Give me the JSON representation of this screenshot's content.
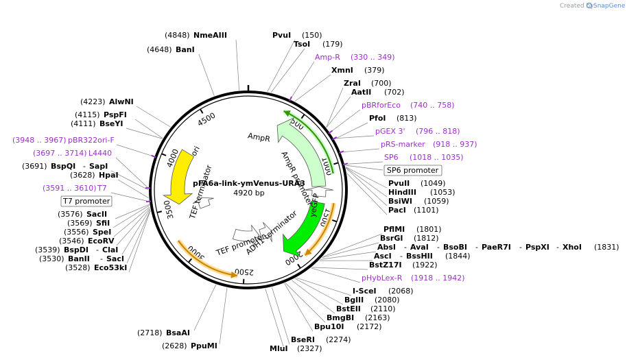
{
  "brand": {
    "created_by": "Created by",
    "name": "SnapGene"
  },
  "plasmid": {
    "name": "pFA6a-link-ymVenus-URA3",
    "size": "4920 bp",
    "length": 4920
  },
  "ticks": [
    {
      "bp": 500,
      "label": "500"
    },
    {
      "bp": 1000,
      "label": "1000"
    },
    {
      "bp": 1500,
      "label": "1500"
    },
    {
      "bp": 2000,
      "label": "2000"
    },
    {
      "bp": 2500,
      "label": "2500"
    },
    {
      "bp": 3000,
      "label": "3000"
    },
    {
      "bp": 3500,
      "label": "3500"
    },
    {
      "bp": 4000,
      "label": "4000"
    },
    {
      "bp": 4500,
      "label": "4500"
    }
  ],
  "features": [
    {
      "name": "AmpR",
      "start": 330,
      "end": 1190,
      "dir": "ccw",
      "color": "#ccffcc"
    },
    {
      "name": "AmpR promoter",
      "start": 1195,
      "end": 1300,
      "dir": "ccw",
      "color": "#ffffff"
    },
    {
      "name": "ori",
      "start": 3530,
      "end": 4120,
      "dir": "ccw",
      "color": "#ffee00"
    },
    {
      "name": "yeGFP",
      "start": 1370,
      "end": 2050,
      "dir": "cw",
      "color": "#00ee00"
    },
    {
      "name": "ADH1 terminator",
      "start": 2060,
      "end": 2250,
      "dir": "ccw",
      "color": "#ffffff"
    },
    {
      "name": "TEF promoter",
      "start": 2280,
      "end": 2700,
      "dir": "ccw",
      "color": "#ffffff"
    },
    {
      "name": "TEF terminator",
      "start": 3400,
      "end": 3560,
      "dir": "cw",
      "color": "#ffffff"
    }
  ],
  "primer_arcs": [
    {
      "name": "Amp-R arc",
      "start": 330,
      "end": 1080,
      "dir": "ccw",
      "color": "#339900"
    },
    {
      "name": "yeGFP orf arc",
      "start": 1350,
      "end": 1900,
      "dir": "cw",
      "color": "#cc8800"
    },
    {
      "name": "URA3 orf arc",
      "start": 2560,
      "end": 3200,
      "dir": "ccw",
      "color": "#cc8800"
    }
  ],
  "sites_right": [
    {
      "name": "PvuI",
      "pos": "(150)",
      "bp": 150,
      "purple": false
    },
    {
      "name": "TsoI",
      "pos": "(179)",
      "bp": 179,
      "purple": false
    },
    {
      "name": "Amp-R",
      "pos": "(330 .. 349)",
      "bp": 340,
      "purple": true
    },
    {
      "name": "XmnI",
      "pos": "(379)",
      "bp": 379,
      "purple": false
    },
    {
      "name": "ZraI",
      "pos": "(700)",
      "bp": 700,
      "purple": false
    },
    {
      "name": "AatII",
      "pos": "(702)",
      "bp": 702,
      "purple": false
    },
    {
      "name": "pBRforEco",
      "pos": "(740 .. 758)",
      "bp": 749,
      "purple": true
    },
    {
      "name": "PfoI",
      "pos": "(813)",
      "bp": 813,
      "purple": false
    },
    {
      "name": "pGEX 3'",
      "pos": "(796 .. 818)",
      "bp": 807,
      "purple": true
    },
    {
      "name": "pRS-marker",
      "pos": "(918 .. 937)",
      "bp": 927,
      "purple": true
    },
    {
      "name": "SP6",
      "pos": "(1018 .. 1035)",
      "bp": 1026,
      "purple": true
    },
    {
      "name": "PvuII",
      "pos": "(1049)",
      "bp": 1049,
      "purple": false
    },
    {
      "name": "HindIII",
      "pos": "(1053)",
      "bp": 1053,
      "purple": false
    },
    {
      "name": "BsiWI",
      "pos": "(1059)",
      "bp": 1059,
      "purple": false
    },
    {
      "name": "PacI",
      "pos": "(1101)",
      "bp": 1101,
      "purple": false
    },
    {
      "name": "PflMI",
      "pos": "(1801)",
      "bp": 1801,
      "purple": false
    },
    {
      "name": "BsrGI",
      "pos": "(1812)",
      "bp": 1812,
      "purple": false
    },
    {
      "name": "AscI",
      "pos": "",
      "bp": 1844,
      "purple": false
    },
    {
      "name": "BstZ17I",
      "pos": "(1922)",
      "bp": 1922,
      "purple": false
    },
    {
      "name": "pHybLex-R",
      "pos": "(1918 .. 1942)",
      "bp": 1930,
      "purple": true
    },
    {
      "name": "I-SceI",
      "pos": "(2068)",
      "bp": 2068,
      "purple": false
    },
    {
      "name": "BglII",
      "pos": "(2080)",
      "bp": 2080,
      "purple": false
    },
    {
      "name": "BstEII",
      "pos": "(2110)",
      "bp": 2110,
      "purple": false
    },
    {
      "name": "BmgBI",
      "pos": "(2163)",
      "bp": 2163,
      "purple": false
    },
    {
      "name": "Bpu10I",
      "pos": "(2172)",
      "bp": 2172,
      "purple": false
    },
    {
      "name": "BseRI",
      "pos": "(2274)",
      "bp": 2274,
      "purple": false
    },
    {
      "name": "MluI",
      "pos": "(2327)",
      "bp": 2327,
      "purple": false
    }
  ],
  "multi_site_1": {
    "abs": "AbsI",
    "sep": "-",
    "ava": "AvaI",
    "bso": "BsoBI",
    "pae": "PaeR7I",
    "psp": "PspXI",
    "xho": "XhoI",
    "pos": "(1831)"
  },
  "multi_site_2": {
    "bss": "BssHII",
    "pos": "(1844)"
  },
  "sp6_promoter_box": "SP6 promoter",
  "t7_promoter_box": "T7 promoter",
  "sites_left": [
    {
      "name": "NmeAIII",
      "pos": "(4848)",
      "bp": 4848,
      "purple": false
    },
    {
      "name": "BanI",
      "pos": "(4648)",
      "bp": 4648,
      "purple": false
    },
    {
      "name": "AlwNI",
      "pos": "(4223)",
      "bp": 4223,
      "purple": false
    },
    {
      "name": "PspFI",
      "pos": "(4115)",
      "bp": 4115,
      "purple": false
    },
    {
      "name": "BseYI",
      "pos": "(4111)",
      "bp": 4111,
      "purple": false
    },
    {
      "name": "pBR322ori-F",
      "pos": "(3948 .. 3967)",
      "bp": 3957,
      "purple": true
    },
    {
      "name": "L4440",
      "pos": "(3697 .. 3714)",
      "bp": 3705,
      "purple": true
    },
    {
      "name": "BspQI",
      "pos": "(3691)",
      "bp": 3691,
      "purple": false
    },
    {
      "name": "SapI",
      "pos": "",
      "bp": 3691,
      "purple": false
    },
    {
      "name": "HpaI",
      "pos": "(3628)",
      "bp": 3628,
      "purple": false
    },
    {
      "name": "T7",
      "pos": "(3591 .. 3610)",
      "bp": 3600,
      "purple": true
    },
    {
      "name": "SacII",
      "pos": "(3576)",
      "bp": 3576,
      "purple": false
    },
    {
      "name": "SfiI",
      "pos": "(3569)",
      "bp": 3569,
      "purple": false
    },
    {
      "name": "SpeI",
      "pos": "(3556)",
      "bp": 3556,
      "purple": false
    },
    {
      "name": "EcoRV",
      "pos": "(3546)",
      "bp": 3546,
      "purple": false
    },
    {
      "name": "BspDI",
      "pos": "(3539)",
      "bp": 3539,
      "purple": false
    },
    {
      "name": "ClaI",
      "pos": "",
      "bp": 3539,
      "purple": false
    },
    {
      "name": "BanII",
      "pos": "(3530)",
      "bp": 3530,
      "purple": false
    },
    {
      "name": "SacI",
      "pos": "",
      "bp": 3530,
      "purple": false
    },
    {
      "name": "Eco53kI",
      "pos": "(3528)",
      "bp": 3528,
      "purple": false
    },
    {
      "name": "BsaAI",
      "pos": "(2718)",
      "bp": 2718,
      "purple": false
    },
    {
      "name": "PpuMI",
      "pos": "(2628)",
      "bp": 2628,
      "purple": false
    }
  ]
}
